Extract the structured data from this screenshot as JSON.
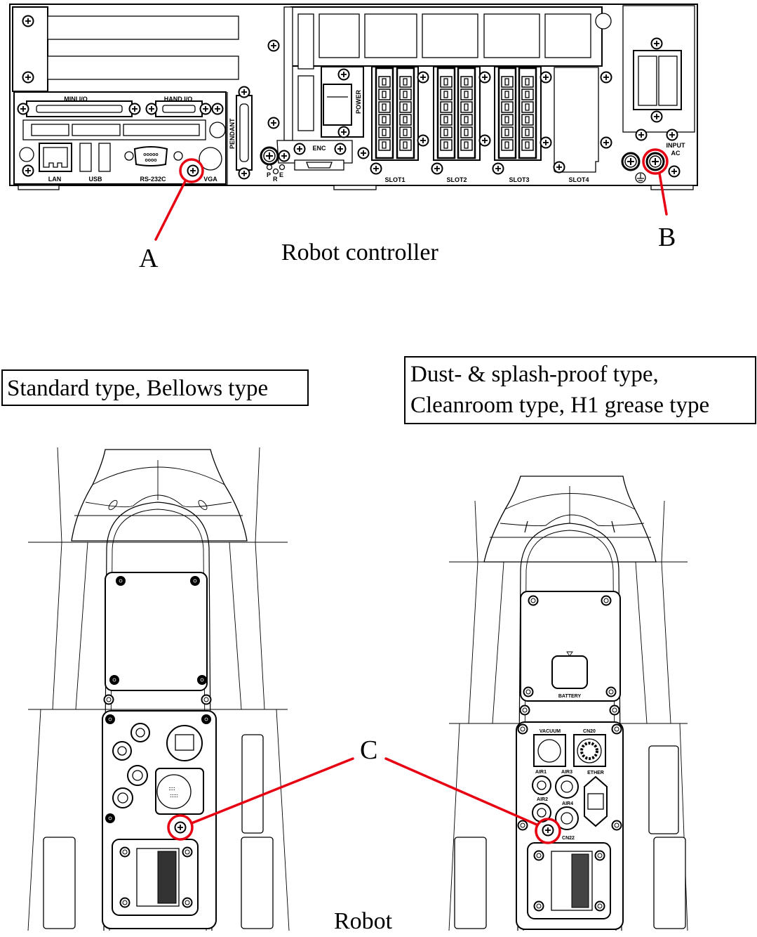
{
  "colors": {
    "callout": "#e60012",
    "line": "#000000",
    "background": "#ffffff"
  },
  "controller": {
    "caption": "Robot controller",
    "labels": {
      "mini_io": "MINI I/O",
      "hand_io": "HAND I/O",
      "lan": "LAN",
      "usb": "USB",
      "rs232c": "RS-232C",
      "vga": "VGA",
      "pendant": "PENDANT",
      "power": "POWER",
      "enc": "ENC",
      "led_p": "P",
      "led_r": "R",
      "led_e": "E",
      "slot1": "SLOT1",
      "slot2": "SLOT2",
      "slot3": "SLOT3",
      "slot4": "SLOT4",
      "input": "INPUT",
      "ac": "AC"
    }
  },
  "callouts": {
    "a": "A",
    "b": "B",
    "c": "C"
  },
  "robot": {
    "caption": "Robot",
    "left_type_box": "Standard type, Bellows type",
    "right_type_box": [
      "Dust- & splash-proof type,",
      "Cleanroom type, H1 grease type"
    ],
    "right_labels": {
      "vacuum": "VACUUM",
      "cn20": "CN20",
      "air1": "AIR1",
      "air2": "AIR2",
      "air3": "AIR3",
      "air4": "AIR4",
      "ether": "ETHER",
      "cn22": "CN22",
      "battery": "BATTERY"
    }
  }
}
